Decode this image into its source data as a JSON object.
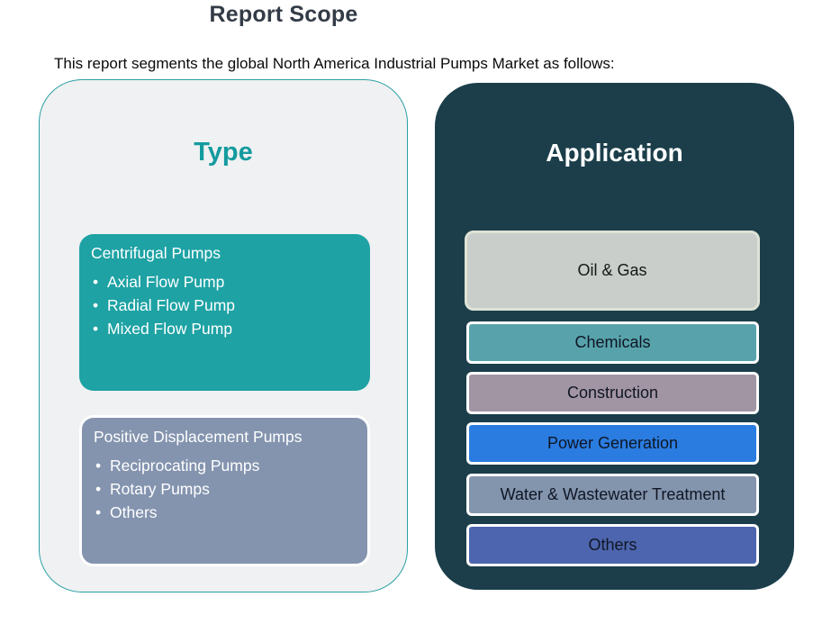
{
  "page": {
    "title": "Report Scope",
    "subtitle": "This report segments the global North America Industrial Pumps Market as follows:"
  },
  "type_panel": {
    "title": "Type",
    "accent_color": "#149B9E",
    "panel_bg": "#F0F1F2",
    "panel_border": "#2AA0A4",
    "groups": [
      {
        "heading": "Centrifugal Pumps",
        "bg": "#1EA2A4",
        "items": [
          "Axial Flow Pump",
          "Radial Flow Pump",
          "Mixed Flow Pump"
        ]
      },
      {
        "heading": "Positive Displacement Pumps",
        "bg": "#8494AF",
        "items": [
          "Reciprocating Pumps",
          "Rotary Pumps",
          "Others"
        ]
      }
    ]
  },
  "application_panel": {
    "title": "Application",
    "panel_bg": "#1B3E4A",
    "items": [
      {
        "label": "Oil & Gas",
        "bg": "#C9CECB",
        "border": "#DEE3D6"
      },
      {
        "label": "Chemicals",
        "bg": "#58A3AB",
        "border": "#FFFFFF"
      },
      {
        "label": "Construction",
        "bg": "#A295A3",
        "border": "#FFFFFF"
      },
      {
        "label": "Power Generation",
        "bg": "#2A7CE0",
        "border": "#FFFFFF"
      },
      {
        "label": "Water & Wastewater Treatment",
        "bg": "#8394AD",
        "border": "#FFFFFF"
      },
      {
        "label": "Others",
        "bg": "#4D65AE",
        "border": "#FFFFFF"
      }
    ]
  },
  "colors": {
    "page_background": "#FFFFFF",
    "title_text": "#333B46",
    "box_text_light": "#FFFFFF",
    "button_text_dark": "#0F1624"
  }
}
